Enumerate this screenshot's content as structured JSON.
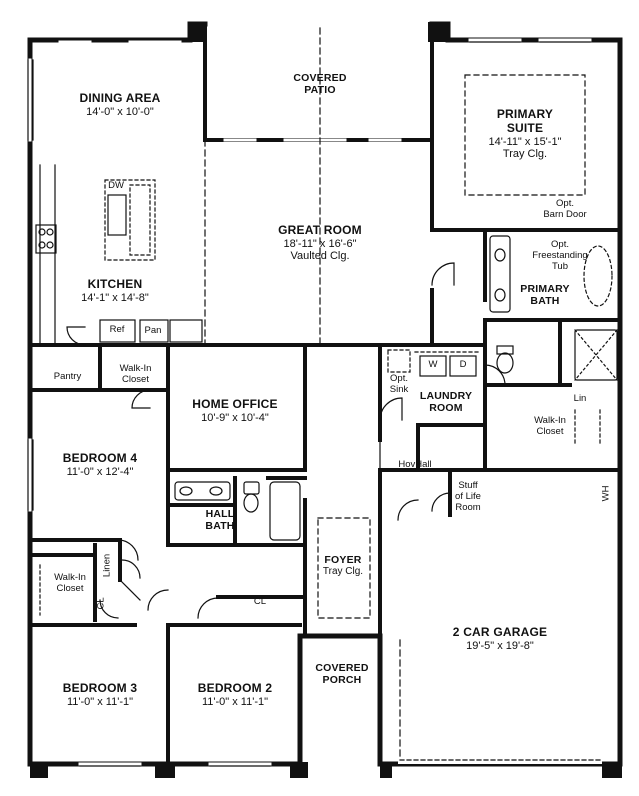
{
  "rooms": {
    "dining": {
      "name": "DINING AREA",
      "dims": "14'-0\" x 10'-0\""
    },
    "covered_patio": {
      "line1": "COVERED",
      "line2": "PATIO"
    },
    "primary_suite": {
      "line1": "PRIMARY",
      "line2": "SUITE",
      "dims": "14'-11\" x 15'-1\"",
      "note": "Tray Clg."
    },
    "great_room": {
      "name": "GREAT ROOM",
      "dims": "18'-11\" x 16'-6\"",
      "note": "Vaulted Clg."
    },
    "kitchen": {
      "name": "KITCHEN",
      "dims": "14'-1\" x 14'-8\""
    },
    "primary_bath": {
      "line1": "PRIMARY",
      "line2": "BATH"
    },
    "home_office": {
      "name": "HOME OFFICE",
      "dims": "10'-9\" x 10'-4\""
    },
    "laundry": {
      "line1": "LAUNDRY",
      "line2": "ROOM"
    },
    "bedroom4": {
      "name": "BEDROOM 4",
      "dims": "11'-0\" x 12'-4\""
    },
    "hall_bath": {
      "line1": "HALL",
      "line2": "BATH"
    },
    "foyer": {
      "name": "FOYER",
      "note": "Tray Clg."
    },
    "garage": {
      "name": "2 CAR GARAGE",
      "dims": "19'-5\" x 19'-8\""
    },
    "covered_porch": {
      "line1": "COVERED",
      "line2": "PORCH"
    },
    "bedroom3": {
      "name": "BEDROOM 3",
      "dims": "11'-0\" x 11'-1\""
    },
    "bedroom2": {
      "name": "BEDROOM 2",
      "dims": "11'-0\" x 11'-1\""
    }
  },
  "small_labels": {
    "dw": "DW",
    "ref": "Ref",
    "pan": "Pan",
    "pantry": "Pantry",
    "kitchen_walkin": {
      "line1": "Walk-In",
      "line2": "Closet"
    },
    "barn_door": {
      "line1": "Opt.",
      "line2": "Barn Door"
    },
    "tub": {
      "line1": "Opt.",
      "line2": "Freestanding",
      "line3": "Tub"
    },
    "lin_primary": "Lin",
    "primary_walkin": {
      "line1": "Walk-In",
      "line2": "Closet"
    },
    "opt_sink": {
      "line1": "Opt.",
      "line2": "Sink"
    },
    "washer": "W",
    "dryer": "D",
    "hovhall": "HovHall",
    "stuff": {
      "line1": "Stuff",
      "line2": "of Life",
      "line3": "Room"
    },
    "wh": "WH",
    "linen": "Linen",
    "cl_hall": "CL",
    "cl_bed2": "CL",
    "bed3_walkin": {
      "line1": "Walk-In",
      "line2": "Closet"
    }
  }
}
